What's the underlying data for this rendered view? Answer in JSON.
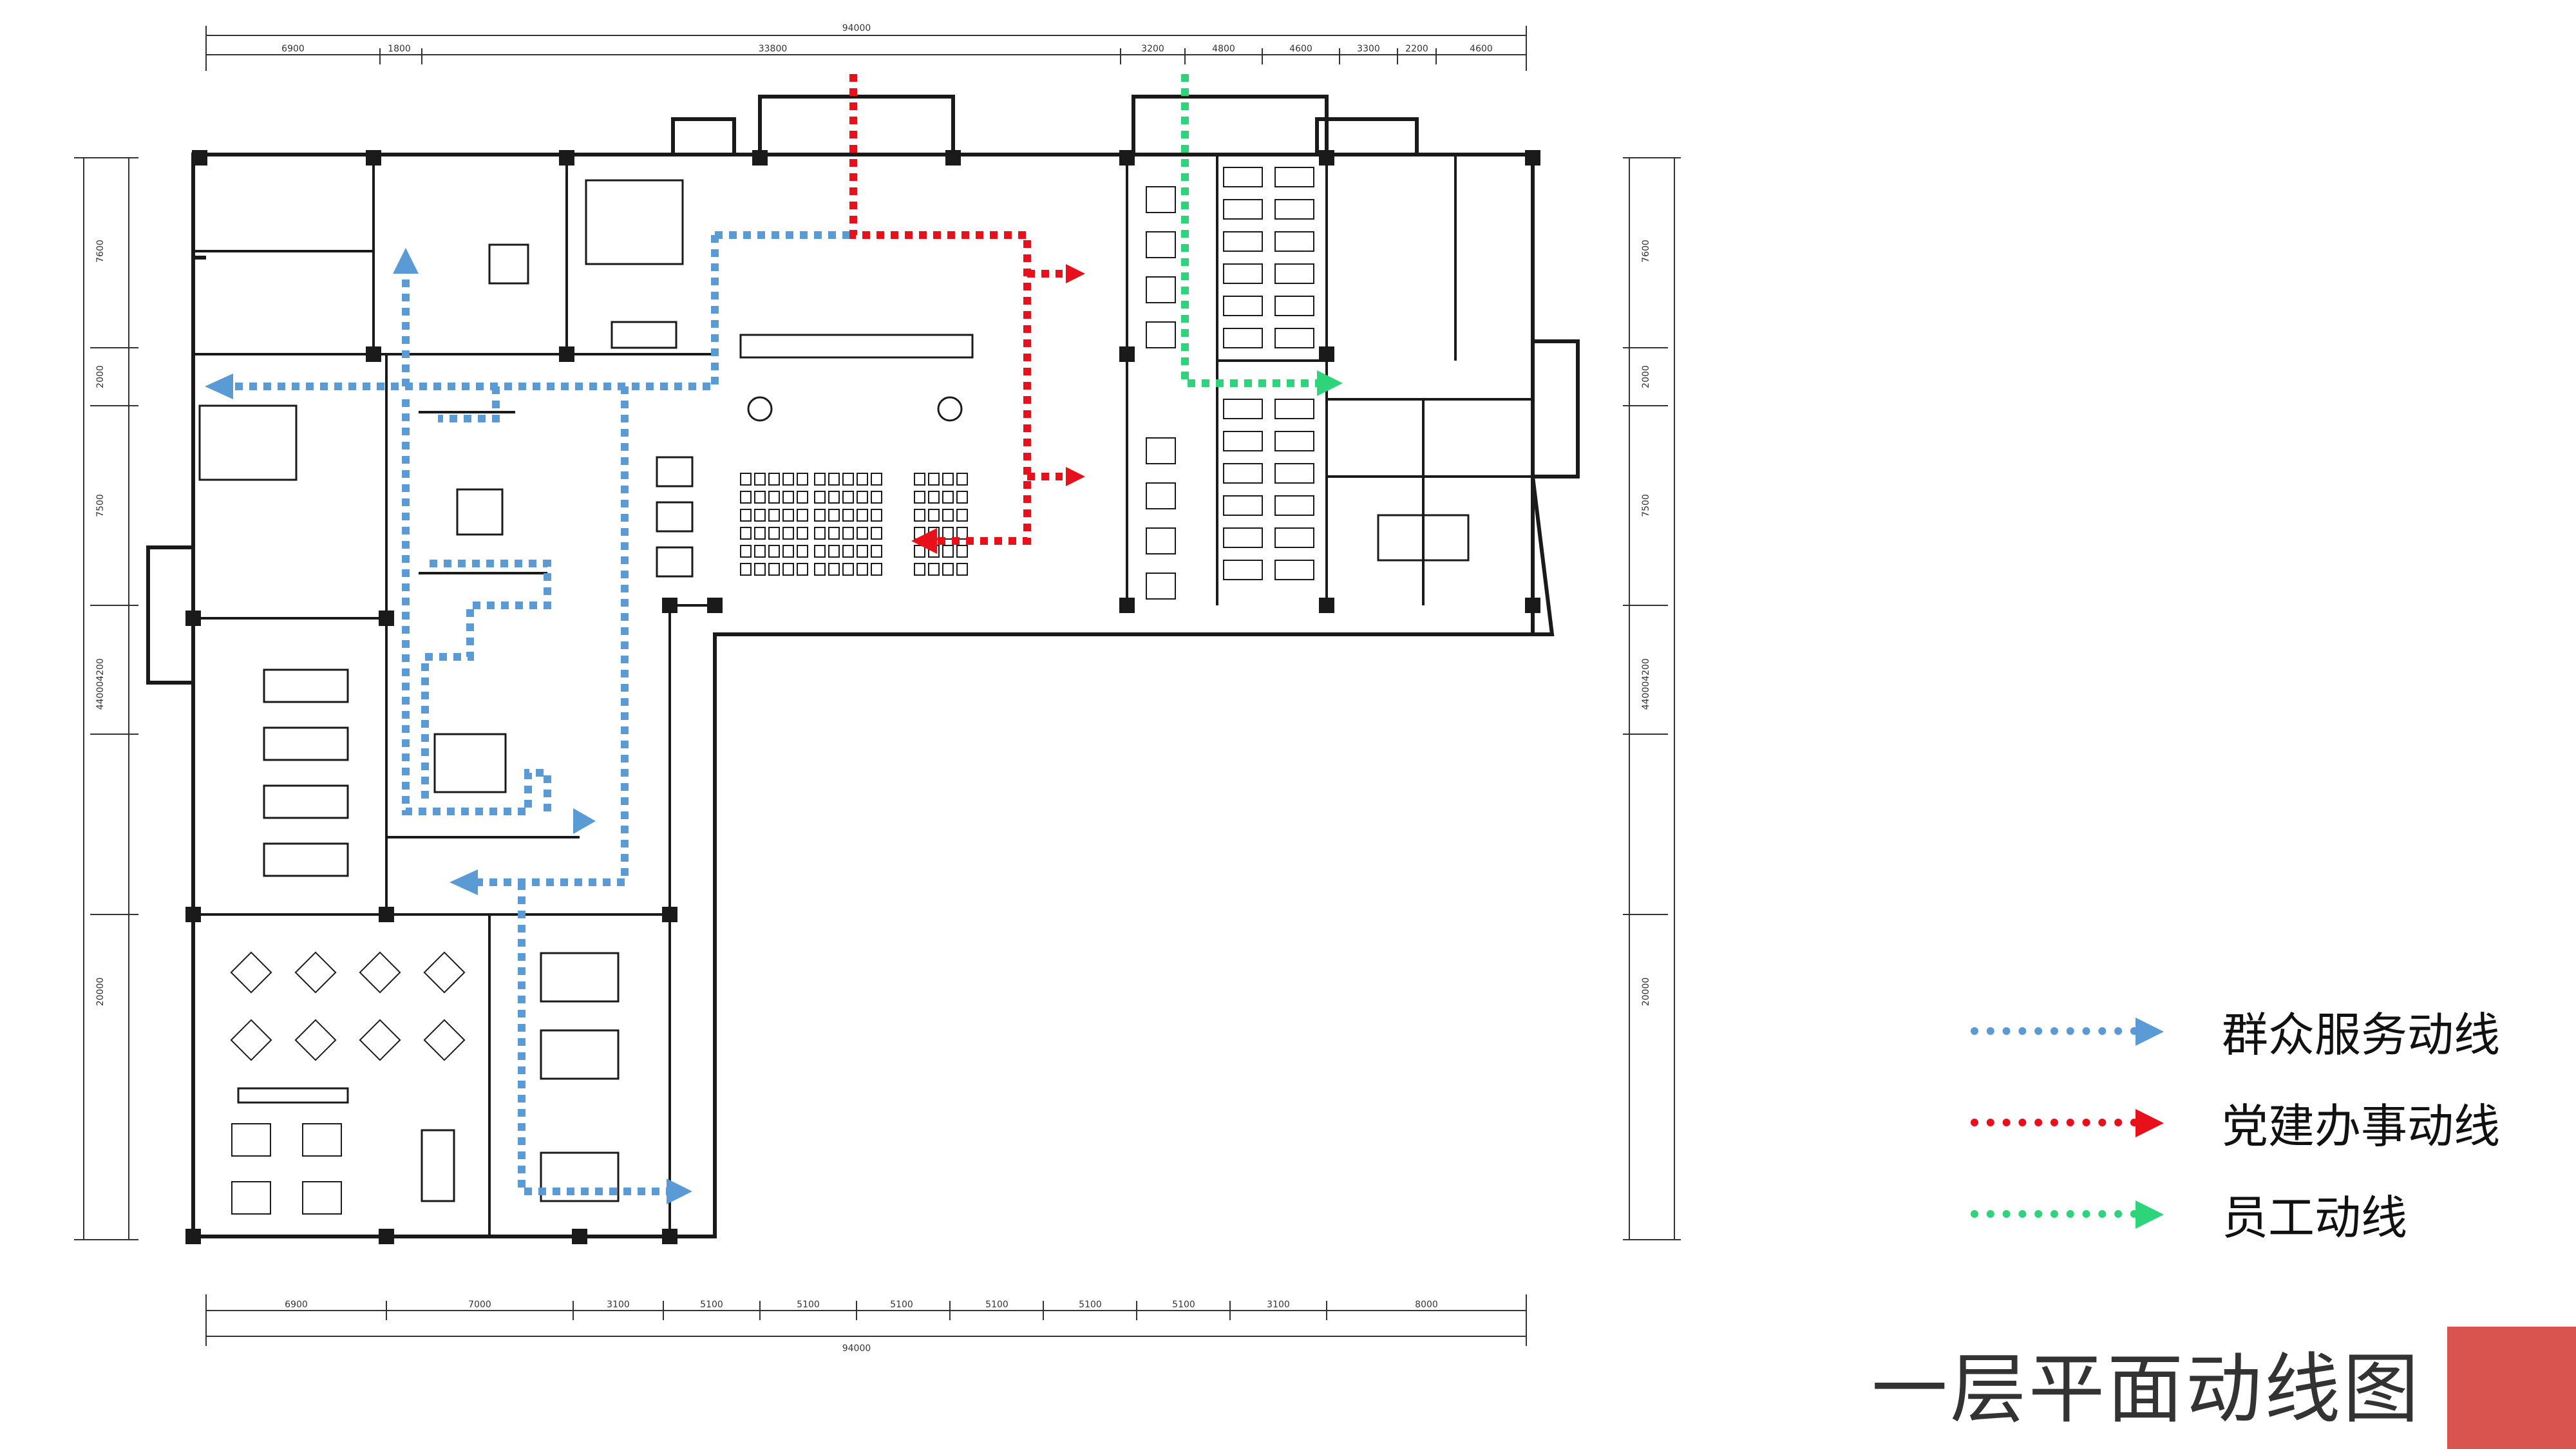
{
  "title": "一层平面动线图",
  "legend": [
    {
      "label": "群众服务动线",
      "color": "#5b9bd5"
    },
    {
      "label": "党建办事动线",
      "color": "#e8101a"
    },
    {
      "label": "员工动线",
      "color": "#2ed47a"
    }
  ],
  "colors": {
    "title_block": "#d9534f",
    "plan_line": "#1a1a1a"
  },
  "dimensions": {
    "top_total": "94000",
    "bottom_total": "94000",
    "top_segments": [
      "6900",
      "1800",
      "33800",
      "3200",
      "4800",
      "4600",
      "3300",
      "2200",
      "4600"
    ],
    "bottom_segments": [
      "6900",
      "7000",
      "3100",
      "5100",
      "5100",
      "5100",
      "5100",
      "5100",
      "5100",
      "3100",
      "8000"
    ],
    "left_segments": [
      "7600",
      "2000",
      "7500",
      "4200",
      "44000",
      "20000"
    ],
    "right_segments": [
      "7600",
      "2000",
      "7500",
      "4200",
      "44000",
      "20000"
    ]
  }
}
